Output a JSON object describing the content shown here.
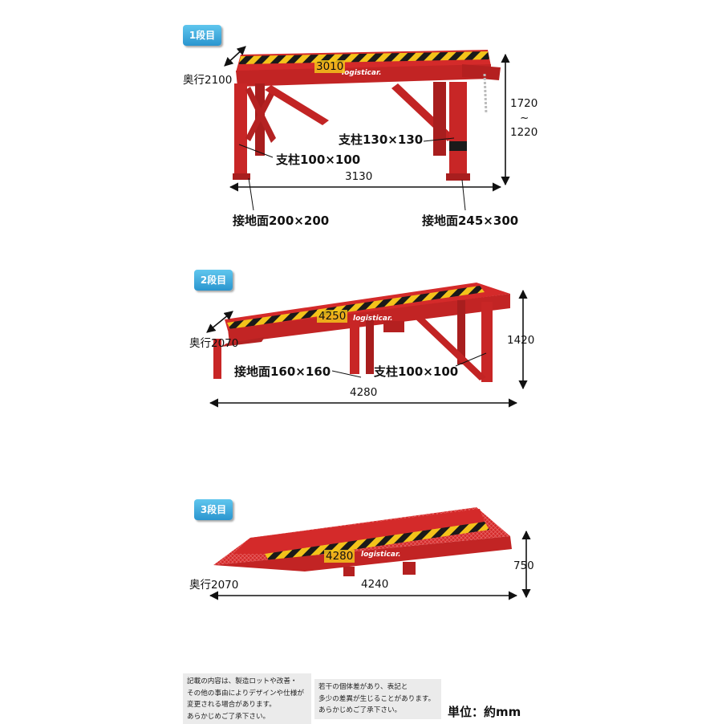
{
  "colors": {
    "frame": "#d42a2a",
    "frame_shade": "#a81e1e",
    "stripe_yellow": "#f3c31a",
    "stripe_black": "#1a1a1a",
    "tag": "#3aa6dc"
  },
  "section1": {
    "tag": "1段目",
    "logo": "logisticar.",
    "depth": "奥行2100",
    "deck_length": "3010",
    "base_length": "3130",
    "height_max": "1720",
    "height_tilde": "~",
    "height_min": "1220",
    "post_large": "支柱130×130",
    "post_small": "支柱100×100",
    "foot_small": "接地面200×200",
    "foot_large": "接地面245×300"
  },
  "section2": {
    "tag": "2段目",
    "logo": "logisticar.",
    "depth": "奥行2070",
    "deck_length": "4250",
    "base_length": "4280",
    "height": "1420",
    "foot": "接地面160×160",
    "post": "支柱100×100"
  },
  "section3": {
    "tag": "3段目",
    "logo": "logisticar.",
    "depth": "奥行2070",
    "deck_length": "4280",
    "base_length": "4240",
    "height": "750"
  },
  "notes": {
    "left": [
      "記載の内容は、製造ロットや改善・",
      "その他の事由によりデザインや仕様が",
      "変更される場合があります。",
      "あらかじめご了承下さい。"
    ],
    "right": [
      "若干の個体差があり、表記と",
      "多少の差異が生じることがあります。",
      "あらかじめご了承下さい。"
    ]
  },
  "unit": "単位：約mm"
}
